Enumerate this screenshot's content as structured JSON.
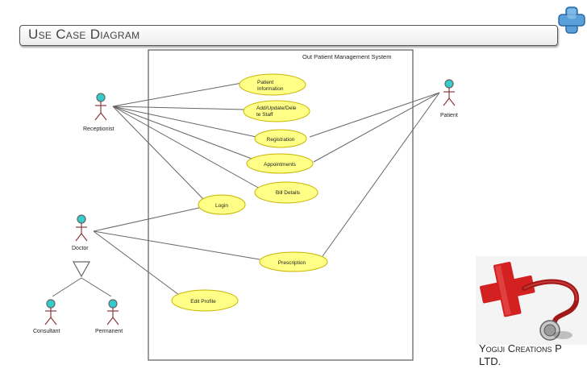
{
  "header": {
    "title": "Use Case Diagram"
  },
  "diagram": {
    "system_name": "Out Patient Management System",
    "actors": {
      "receptionist": "Receptionist",
      "patient": "Patient",
      "doctor": "Doctor",
      "consultant": "Consultant",
      "permanent": "Permanent"
    },
    "use_cases": {
      "patient_info_1": "Patient",
      "patient_info_2": "Information",
      "staff_1": "Add/Update/Dele",
      "staff_2": "te Staff",
      "registration": "Registration",
      "appointments": "Appointments",
      "bill_details": "Bill Details",
      "login": "Login",
      "prescription": "Prescription",
      "edit_profile": "Edit Profile"
    }
  },
  "footer": {
    "line1": "Yogiji Creations P",
    "line2": "LTD."
  },
  "colors": {
    "use_case_fill": "#ffff88",
    "use_case_stroke": "#c8b400",
    "actor_head": "#33cccc"
  }
}
